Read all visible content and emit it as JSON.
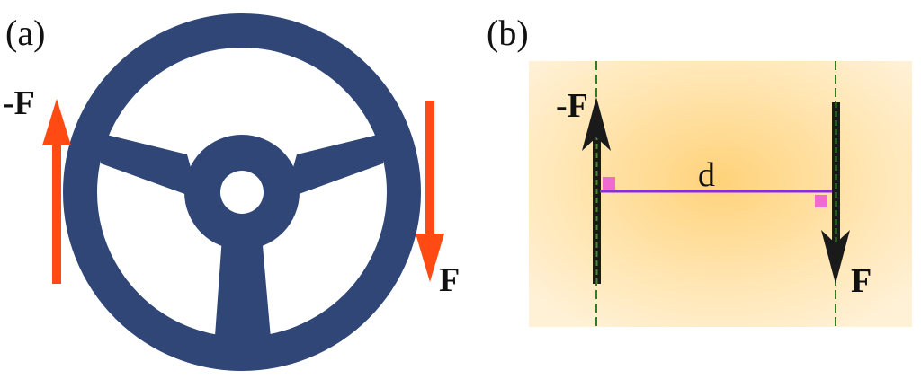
{
  "panels": {
    "a": {
      "label": "(a)",
      "force_up_label": "-F",
      "force_down_label": "F"
    },
    "b": {
      "label": "(b)",
      "force_up_label": "-F",
      "force_down_label": "F",
      "distance_label": "d"
    }
  },
  "colors": {
    "wheel": "#2F4677",
    "force_arrow_a": "#FF4A14",
    "background_glow": "#FFD98A",
    "line_of_action": "#2E7D1F",
    "distance_line": "#8A2BE2",
    "right_angle_marker": "#F06BD0",
    "arrow_b": "#1A1A1A"
  }
}
